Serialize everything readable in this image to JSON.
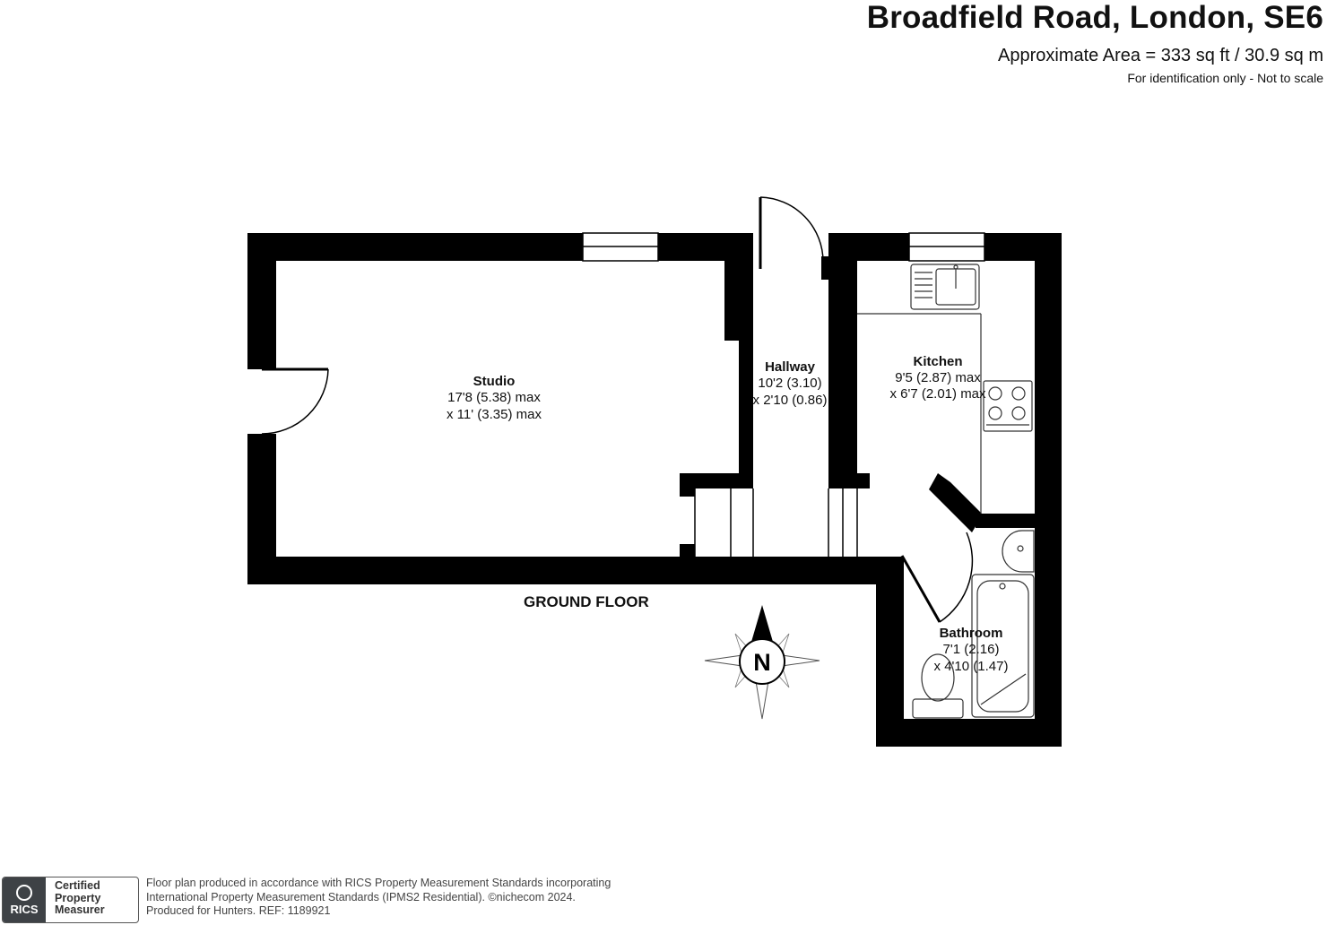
{
  "header": {
    "title": "Broadfield Road, London, SE6",
    "area": "Approximate Area = 333 sq ft / 30.9 sq m",
    "note": "For identification only - Not to scale"
  },
  "rooms": {
    "studio": {
      "name": "Studio",
      "dim1": "17'8 (5.38) max",
      "dim2": "x 11' (3.35) max"
    },
    "hallway": {
      "name": "Hallway",
      "dim1": "10'2 (3.10)",
      "dim2": "x 2'10 (0.86)"
    },
    "kitchen": {
      "name": "Kitchen",
      "dim1": "9'5 (2.87) max",
      "dim2": "x 6'7 (2.01) max"
    },
    "bathroom": {
      "name": "Bathroom",
      "dim1": "7'1 (2.16)",
      "dim2": "x 4'10 (1.47)"
    }
  },
  "floor_label": "GROUND FLOOR",
  "compass": {
    "letter": "N"
  },
  "footer": {
    "badge_logo": "RICS",
    "badge_line1": "Certified",
    "badge_line2": "Property",
    "badge_line3": "Measurer",
    "line1": "Floor plan produced in accordance with RICS Property Measurement Standards incorporating",
    "line2": "International Property Measurement Standards (IPMS2 Residential).  ©nichecom 2024.",
    "line3": "Produced for Hunters.   REF:  1189921"
  },
  "colors": {
    "wall": "#000000",
    "fixture": "#333333",
    "background": "#ffffff"
  }
}
